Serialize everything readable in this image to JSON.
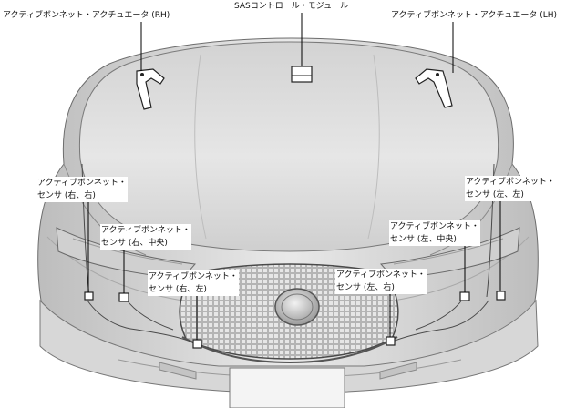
{
  "labels": {
    "actuator_rh": "アクティブボンネット・アクチュエータ (RH)",
    "sas_module": "SASコントロール・モジュール",
    "actuator_lh": "アクティブボンネット・アクチュエータ (LH)",
    "sensor_right_right": [
      "アクティブボンネット・",
      "センサ (右、右)"
    ],
    "sensor_right_center": [
      "アクティブボンネット・",
      "センサ (右、中央)"
    ],
    "sensor_right_left": [
      "アクティブボンネット・",
      "センサ (右、左)"
    ],
    "sensor_left_right": [
      "アクティブボンネット・",
      "センサ (左、右)"
    ],
    "sensor_left_center": [
      "アクティブボンネット・",
      "センサ (左、中央)"
    ],
    "sensor_left_left": [
      "アクティブボンネット・",
      "センサ (左、左)"
    ]
  },
  "colors": {
    "body_light": "#e4e4e4",
    "body_mid": "#c9c9c9",
    "body_dark": "#9a9a9a",
    "outline": "#5a5a5a",
    "leader": "#000000"
  }
}
